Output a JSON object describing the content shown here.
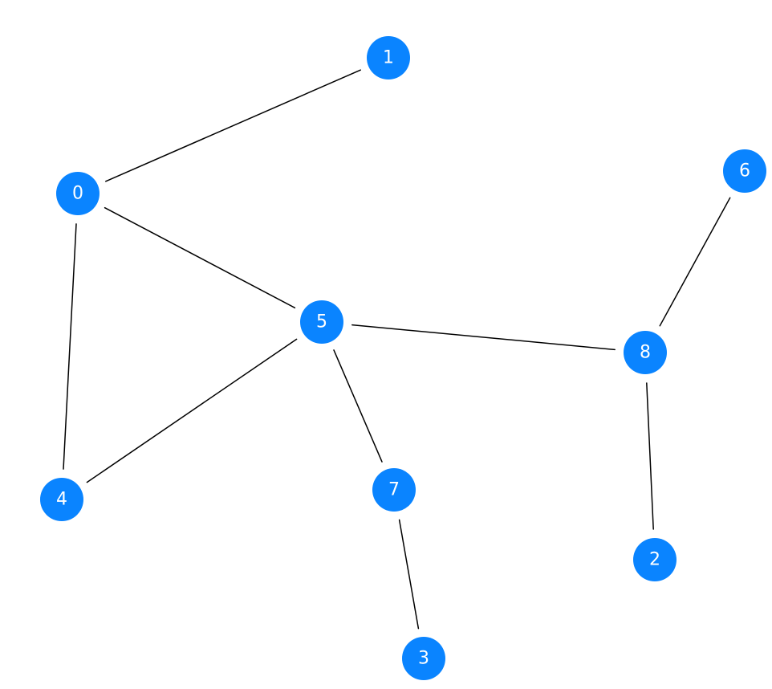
{
  "diagram": {
    "type": "undirected-graph",
    "node_color": "#0a84ff",
    "edge_color": "#000000",
    "nodes": [
      {
        "id": "0",
        "label": "0"
      },
      {
        "id": "1",
        "label": "1"
      },
      {
        "id": "2",
        "label": "2"
      },
      {
        "id": "3",
        "label": "3"
      },
      {
        "id": "4",
        "label": "4"
      },
      {
        "id": "5",
        "label": "5"
      },
      {
        "id": "6",
        "label": "6"
      },
      {
        "id": "7",
        "label": "7"
      },
      {
        "id": "8",
        "label": "8"
      }
    ],
    "edges": [
      {
        "from": "0",
        "to": "1"
      },
      {
        "from": "0",
        "to": "5"
      },
      {
        "from": "0",
        "to": "4"
      },
      {
        "from": "5",
        "to": "4"
      },
      {
        "from": "5",
        "to": "8"
      },
      {
        "from": "5",
        "to": "7"
      },
      {
        "from": "8",
        "to": "6"
      },
      {
        "from": "8",
        "to": "2"
      },
      {
        "from": "7",
        "to": "3"
      }
    ]
  }
}
